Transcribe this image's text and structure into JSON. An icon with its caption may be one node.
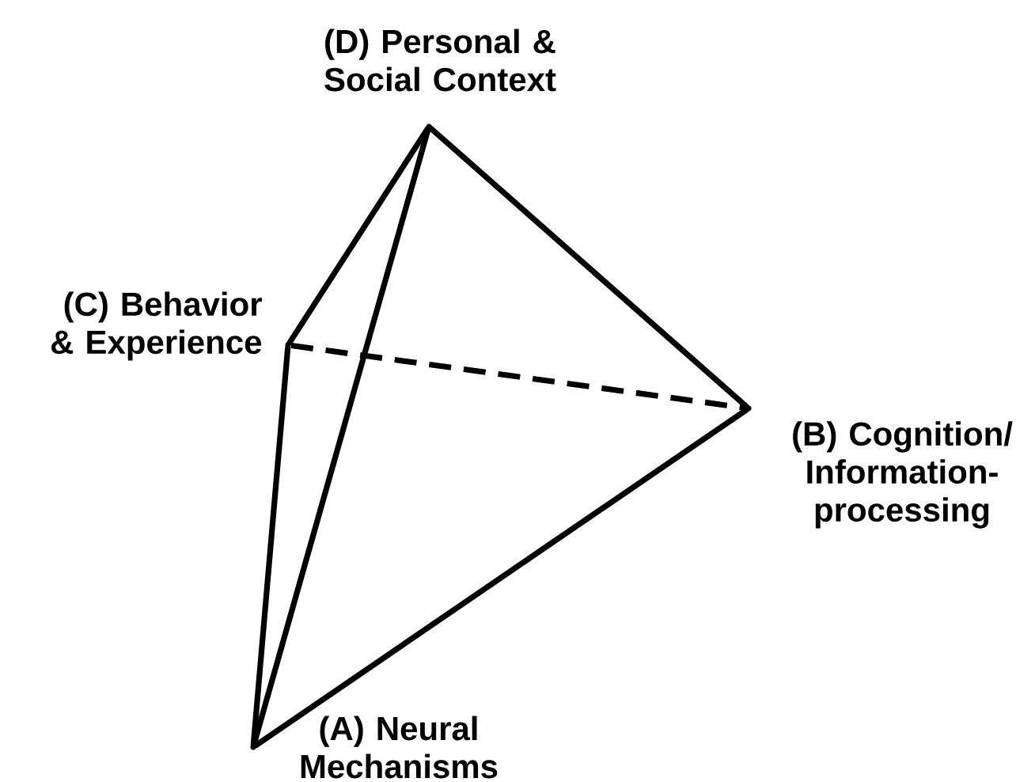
{
  "diagram": {
    "nodes": [
      {
        "text": [],
        "shape": "point",
        "beside": [
          "(D) Personal & Social Context"
        ]
      },
      {
        "text": [],
        "shape": "point",
        "beside": [
          "(C) Behavior & Experience"
        ]
      },
      {
        "text": [],
        "shape": "point",
        "beside": [
          "(B) Cognition/ Information-processing"
        ]
      },
      {
        "text": [],
        "shape": "point",
        "beside": [
          "(A) Neural Mechanisms"
        ]
      }
    ],
    "edges": [
      {
        "from": 0,
        "to": 1,
        "arrow": "none"
      },
      {
        "from": 0,
        "to": 3,
        "arrow": "none"
      },
      {
        "from": 0,
        "to": 2,
        "arrow": "none"
      },
      {
        "from": 1,
        "to": 2,
        "arrow": "none",
        "style": "dashed"
      },
      {
        "from": 1,
        "to": 3,
        "arrow": "none"
      },
      {
        "from": 3,
        "to": 2,
        "arrow": "none"
      }
    ]
  }
}
